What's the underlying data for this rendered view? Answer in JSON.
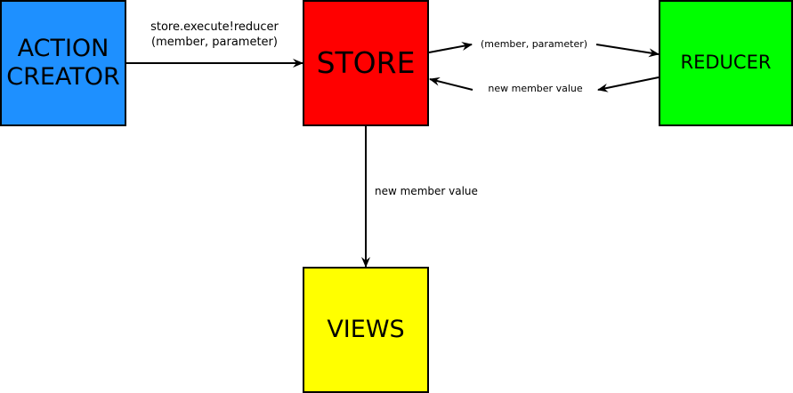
{
  "nodes": {
    "action_creator": {
      "line1": "ACTION",
      "line2": "CREATOR",
      "color": "#1e90ff"
    },
    "store": {
      "label": "STORE",
      "color": "#ff0000"
    },
    "reducer": {
      "label": "REDUCER",
      "color": "#00ff00"
    },
    "views": {
      "label": "VIEWS",
      "color": "#ffff00"
    }
  },
  "edges": {
    "action_to_store": {
      "line1": "store.execute!reducer",
      "line2": "(member, parameter)"
    },
    "store_to_reducer": {
      "label": "(member, parameter)"
    },
    "reducer_to_store": {
      "label": "new member value"
    },
    "store_to_views": {
      "label": "new member value"
    }
  }
}
